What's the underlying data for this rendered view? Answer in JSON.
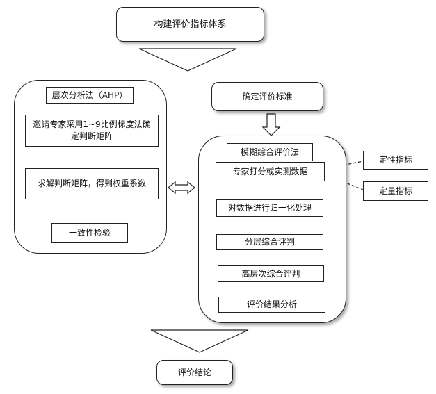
{
  "top": {
    "title": "构建评价指标体系"
  },
  "ahp": {
    "header": "层次分析法（AHP）",
    "step1": "邀请专家采用1~9比例标度法确定判断矩阵",
    "step2": "求解判断矩阵，得到权重系数",
    "step3": "一致性检验"
  },
  "criteria": {
    "label": "确定评价标准"
  },
  "fuzzy": {
    "header": "模糊综合评价法",
    "step1": "专家打分或实测数据",
    "step2": "对数据进行归一化处理",
    "step3": "分层综合评判",
    "step4": "高层次综合评判",
    "step5": "评价结果分析"
  },
  "indicators": {
    "qualitative": "定性指标",
    "quantitative": "定量指标"
  },
  "conclusion": {
    "label": "评价结论"
  }
}
